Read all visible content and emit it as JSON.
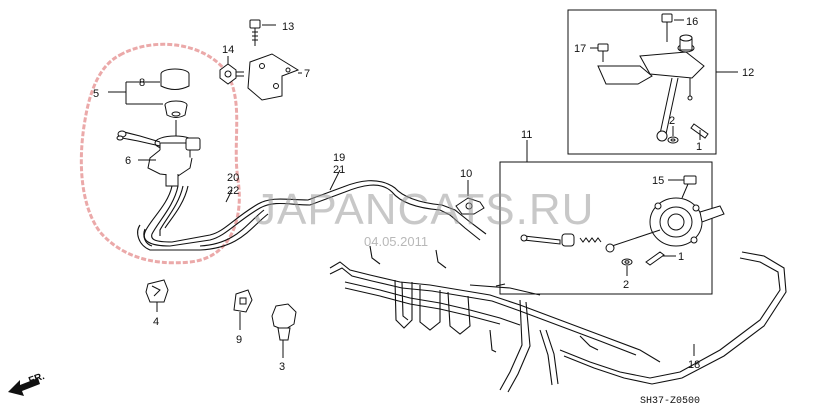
{
  "watermark": "JAPANCATS.RU",
  "date_stamp": "04.05.2011",
  "diagram_code": "SH37-Z0500",
  "direction_label": "FR.",
  "callouts": {
    "n1a": "1",
    "n1b": "1",
    "n2a": "2",
    "n2b": "2",
    "n3": "3",
    "n4": "4",
    "n5": "5",
    "n6": "6",
    "n7": "7",
    "n8": "8",
    "n9": "9",
    "n10": "10",
    "n11": "11",
    "n12": "12",
    "n13": "13",
    "n14": "14",
    "n15": "15",
    "n16": "16",
    "n17": "17",
    "n18": "18",
    "n19": "19",
    "n20": "20",
    "n21": "21",
    "n22": "22"
  },
  "colors": {
    "ink": "#111111",
    "highlight_ring": "#e89a9a",
    "watermark": "#9a9a9a"
  }
}
